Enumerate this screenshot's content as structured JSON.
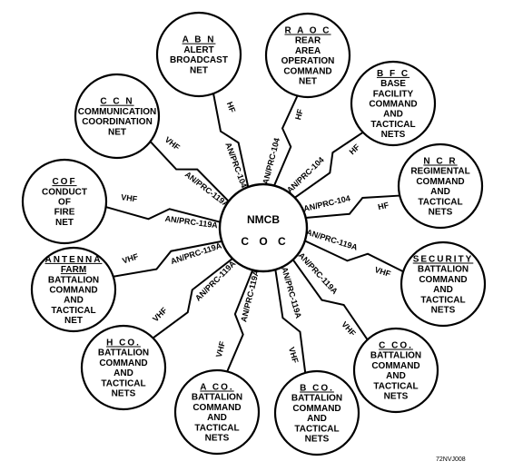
{
  "center": {
    "title": "NMCB",
    "subtitle": "C O C"
  },
  "figure_id": "72NVJ008",
  "nodes": [
    {
      "id": "abn",
      "abbr": "A B N",
      "lines": [
        "ALERT",
        "BROADCAST",
        "NET"
      ],
      "freq": "HF",
      "radio": "AN/PRC-104"
    },
    {
      "id": "raoc",
      "abbr": "R A O C",
      "lines": [
        "REAR",
        "AREA",
        "OPERATION",
        "COMMAND",
        "NET"
      ],
      "freq": "HF",
      "radio": "AN/PRC-104"
    },
    {
      "id": "bfc",
      "abbr": "B F C",
      "lines": [
        "BASE",
        "FACILITY",
        "COMMAND",
        "AND",
        "TACTICAL",
        "NETS"
      ],
      "freq": "HF",
      "radio": "AN/PRC-104"
    },
    {
      "id": "ncr",
      "abbr": "N C R",
      "lines": [
        "REGIMENTAL",
        "COMMAND",
        "AND",
        "TACTICAL",
        "NETS"
      ],
      "freq": "HF",
      "radio": "AN/PRC-104"
    },
    {
      "id": "security",
      "abbr": "SECURITY",
      "lines": [
        "BATTALION",
        "COMMAND",
        "AND",
        "TACTICAL",
        "NETS"
      ],
      "freq": "VHF",
      "radio": "AN/PRC-119A"
    },
    {
      "id": "cco",
      "abbr": "C CO.",
      "lines": [
        "BATTALION",
        "COMMAND",
        "AND",
        "TACTICAL",
        "NETS"
      ],
      "freq": "VHF",
      "radio": "AN/PRC-119A"
    },
    {
      "id": "bco",
      "abbr": "B CO.",
      "lines": [
        "BATTALION",
        "COMMAND",
        "AND",
        "TACTICAL",
        "NETS"
      ],
      "freq": "VHF",
      "radio": "AN/PRC-119A"
    },
    {
      "id": "aco",
      "abbr": "A CO.",
      "lines": [
        "BATTALION",
        "COMMAND",
        "AND",
        "TACTICAL",
        "NETS"
      ],
      "freq": "VHF",
      "radio": "AN/PRC-119A"
    },
    {
      "id": "hco",
      "abbr": "H CO.",
      "lines": [
        "BATTALION",
        "COMMAND",
        "AND",
        "TACTICAL",
        "NETS"
      ],
      "freq": "VHF",
      "radio": "AN/PRC-119A"
    },
    {
      "id": "antenna",
      "abbr": "ANTENNA",
      "abbr2": "FARM",
      "lines": [
        "BATTALION",
        "COMMAND",
        "AND",
        "TACTICAL",
        "NET"
      ],
      "freq": "VHF",
      "radio": "AN/PRC-119A"
    },
    {
      "id": "cof",
      "abbr": "COF",
      "lines": [
        "CONDUCT",
        "OF",
        "FIRE",
        "NET"
      ],
      "freq": "VHF",
      "radio": "AN/PRC-119A"
    },
    {
      "id": "ccn",
      "abbr": "C C N",
      "lines": [
        "COMMUNICATION",
        "COORDINATION",
        "NET"
      ],
      "freq": "VHF",
      "radio": "AN/PRC-119A"
    }
  ]
}
